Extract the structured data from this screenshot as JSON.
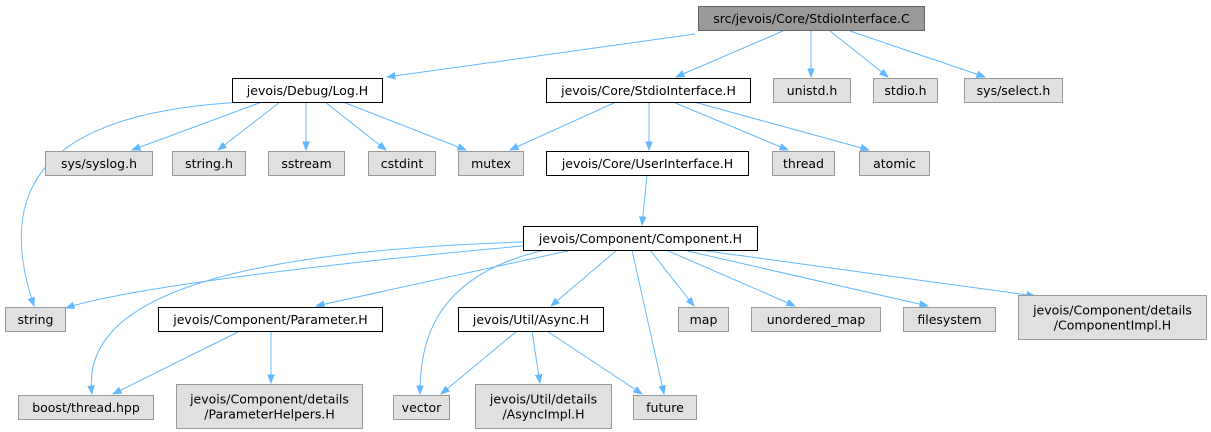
{
  "colors": {
    "root_fill": "#999999",
    "root_stroke": "#666666",
    "linked_fill": "#ffffff",
    "linked_stroke": "#000000",
    "external_fill": "#e0e0e0",
    "external_stroke": "#999999",
    "edge": "#63b8ff"
  },
  "nodes": {
    "stdio_interface_c": {
      "label": [
        "src/jevois/Core/StdioInterface.C"
      ],
      "kind": "root"
    },
    "log_h": {
      "label": [
        "jevois/Debug/Log.H"
      ],
      "kind": "linked"
    },
    "stdio_interface_h": {
      "label": [
        "jevois/Core/StdioInterface.H"
      ],
      "kind": "linked"
    },
    "unistd_h": {
      "label": [
        "unistd.h"
      ],
      "kind": "external"
    },
    "stdio_h": {
      "label": [
        "stdio.h"
      ],
      "kind": "external"
    },
    "sys_select_h": {
      "label": [
        "sys/select.h"
      ],
      "kind": "external"
    },
    "sys_syslog_h": {
      "label": [
        "sys/syslog.h"
      ],
      "kind": "external"
    },
    "string_h": {
      "label": [
        "string.h"
      ],
      "kind": "external"
    },
    "sstream": {
      "label": [
        "sstream"
      ],
      "kind": "external"
    },
    "cstdint": {
      "label": [
        "cstdint"
      ],
      "kind": "external"
    },
    "mutex": {
      "label": [
        "mutex"
      ],
      "kind": "external"
    },
    "user_interface_h": {
      "label": [
        "jevois/Core/UserInterface.H"
      ],
      "kind": "linked"
    },
    "thread": {
      "label": [
        "thread"
      ],
      "kind": "external"
    },
    "atomic": {
      "label": [
        "atomic"
      ],
      "kind": "external"
    },
    "component_h": {
      "label": [
        "jevois/Component/Component.H"
      ],
      "kind": "linked"
    },
    "string": {
      "label": [
        "string"
      ],
      "kind": "external"
    },
    "parameter_h": {
      "label": [
        "jevois/Component/Parameter.H"
      ],
      "kind": "linked"
    },
    "async_h": {
      "label": [
        "jevois/Util/Async.H"
      ],
      "kind": "linked"
    },
    "map": {
      "label": [
        "map"
      ],
      "kind": "external"
    },
    "unordered_map": {
      "label": [
        "unordered_map"
      ],
      "kind": "external"
    },
    "filesystem": {
      "label": [
        "filesystem"
      ],
      "kind": "external"
    },
    "component_impl_h": {
      "label": [
        "jevois/Component/details",
        "/ComponentImpl.H"
      ],
      "kind": "external"
    },
    "boost_thread_hpp": {
      "label": [
        "boost/thread.hpp"
      ],
      "kind": "external"
    },
    "parameter_helpers_h": {
      "label": [
        "jevois/Component/details",
        "/ParameterHelpers.H"
      ],
      "kind": "external"
    },
    "vector": {
      "label": [
        "vector"
      ],
      "kind": "external"
    },
    "async_impl_h": {
      "label": [
        "jevois/Util/details",
        "/AsyncImpl.H"
      ],
      "kind": "external"
    },
    "future": {
      "label": [
        "future"
      ],
      "kind": "external"
    }
  },
  "edges": [
    [
      "stdio_interface_c",
      "log_h"
    ],
    [
      "stdio_interface_c",
      "stdio_interface_h"
    ],
    [
      "stdio_interface_c",
      "unistd_h"
    ],
    [
      "stdio_interface_c",
      "stdio_h"
    ],
    [
      "stdio_interface_c",
      "sys_select_h"
    ],
    [
      "log_h",
      "string"
    ],
    [
      "log_h",
      "sys_syslog_h"
    ],
    [
      "log_h",
      "string_h"
    ],
    [
      "log_h",
      "sstream"
    ],
    [
      "log_h",
      "cstdint"
    ],
    [
      "log_h",
      "mutex"
    ],
    [
      "stdio_interface_h",
      "mutex"
    ],
    [
      "stdio_interface_h",
      "user_interface_h"
    ],
    [
      "stdio_interface_h",
      "thread"
    ],
    [
      "stdio_interface_h",
      "atomic"
    ],
    [
      "user_interface_h",
      "component_h"
    ],
    [
      "component_h",
      "string"
    ],
    [
      "component_h",
      "boost_thread_hpp"
    ],
    [
      "component_h",
      "parameter_h"
    ],
    [
      "component_h",
      "vector"
    ],
    [
      "component_h",
      "async_h"
    ],
    [
      "component_h",
      "future"
    ],
    [
      "component_h",
      "map"
    ],
    [
      "component_h",
      "unordered_map"
    ],
    [
      "component_h",
      "filesystem"
    ],
    [
      "component_h",
      "component_impl_h"
    ],
    [
      "parameter_h",
      "boost_thread_hpp"
    ],
    [
      "parameter_h",
      "parameter_helpers_h"
    ],
    [
      "async_h",
      "vector"
    ],
    [
      "async_h",
      "async_impl_h"
    ],
    [
      "async_h",
      "future"
    ]
  ]
}
